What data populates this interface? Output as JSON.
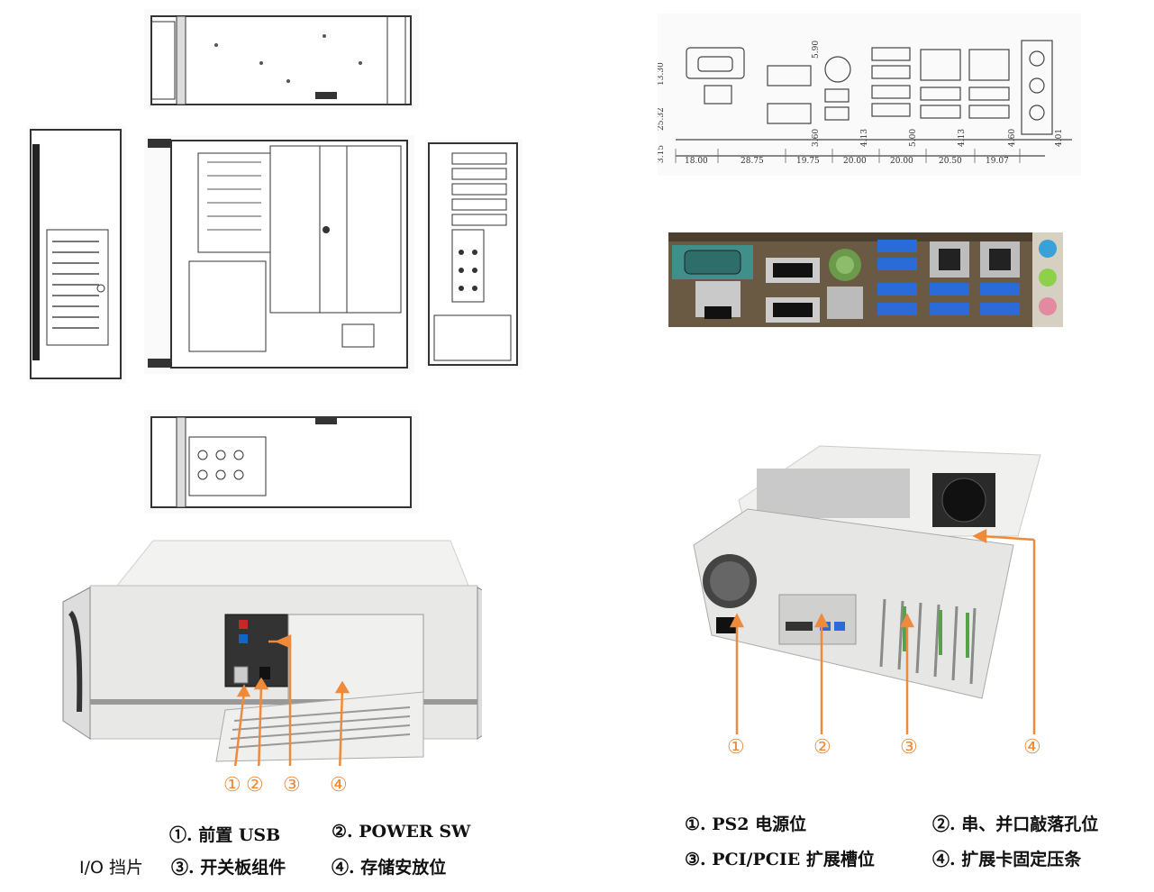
{
  "dimensions": {
    "v1": "13.30",
    "v2": "25.32",
    "v3": "3.15",
    "v4": "5.90",
    "v5": "3.60",
    "v6": "4.13",
    "v7": "5.00",
    "v8": "4.13",
    "v9": "4.60",
    "v10": "4.01",
    "h": [
      "18.00",
      "28.75",
      "19.75",
      "20.00",
      "20.00",
      "20.50",
      "19.07"
    ]
  },
  "front_callouts": [
    "①",
    "②",
    "③",
    "④"
  ],
  "rear_callouts": [
    "①",
    "②",
    "③",
    "④"
  ],
  "front_legend": {
    "item1": "①. 前置 USB",
    "item2": "②. POWER SW",
    "prefix": "I/O 挡片",
    "item3": "③. 开关板组件",
    "item4": "④. 存储安放位"
  },
  "rear_legend": {
    "item1": "①. PS2 电源位",
    "item2": "②. 串、并口敲落孔位",
    "item3": "③. PCI/PCIE 扩展槽位",
    "item4": "④. 扩展卡固定压条"
  },
  "colors": {
    "callout": "#ef8a3a",
    "chassis": "#e9e9e7",
    "line_drawing": "#3a3a3a"
  }
}
